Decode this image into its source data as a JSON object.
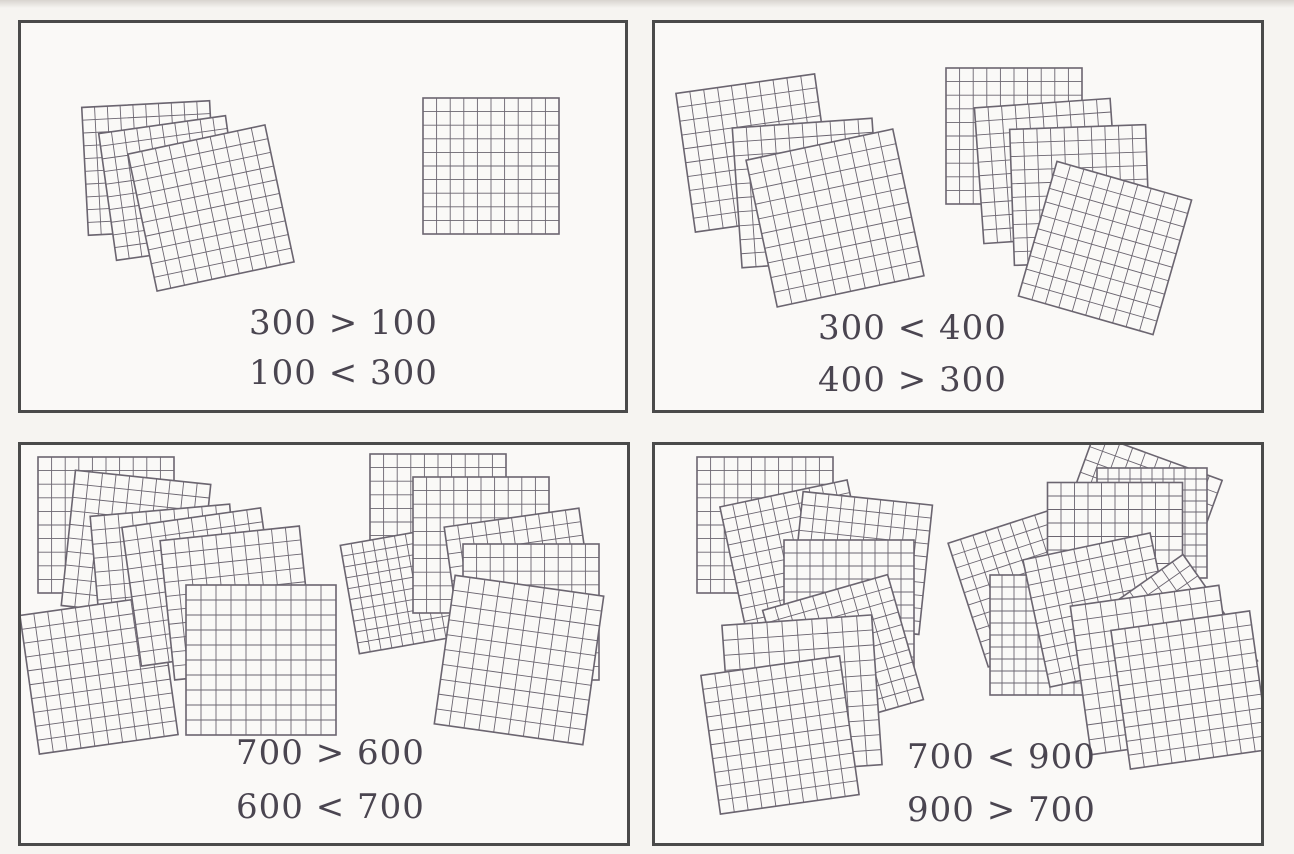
{
  "colors": {
    "ink": "#4a4550",
    "grid_line": "#6b6570",
    "paper": "#faf9f7",
    "border": "#4a4a4a"
  },
  "panels": [
    {
      "left_value": 300,
      "right_value": 100,
      "statement_1": "300 > 100",
      "statement_2": "100 < 300"
    },
    {
      "left_value": 300,
      "right_value": 400,
      "statement_1": "300 < 400",
      "statement_2": "400 > 300"
    },
    {
      "left_value": 700,
      "right_value": 600,
      "statement_1": "700 > 600",
      "statement_2": "600 < 700"
    },
    {
      "left_value": 700,
      "right_value": 900,
      "statement_1": "700 < 900",
      "statement_2": "900 > 700"
    }
  ]
}
